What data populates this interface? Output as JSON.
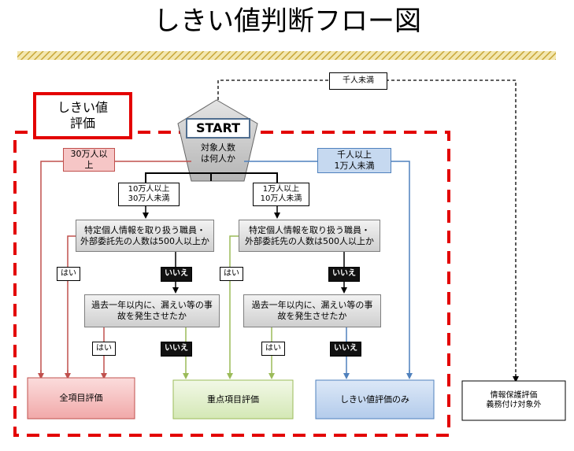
{
  "title": "しきい値判断フロー図",
  "legend_label": "しきい値\n評価",
  "start": {
    "label": "START",
    "question": "対象人数\nは何人か"
  },
  "branches": {
    "over300k": "30万人以\n上",
    "b100k_300k": "10万人以上\n30万人未満",
    "b10k_100k": "1万人以上\n10万人未満",
    "b1k_10k": "千人以上\n1万人未満",
    "under1k": "千人未満"
  },
  "questions": {
    "staff_left": "特定個人情報を取り扱う職員・\n外部委託先の人数は500人以上か",
    "staff_right": "特定個人情報を取り扱う職員・\n外部委託先の人数は500人以上か",
    "leak_left": "過去一年以内に、漏えい等の事\n故を発生させたか",
    "leak_right": "過去一年以内に、漏えい等の事\n故を発生させたか"
  },
  "answers": {
    "yes": "はい",
    "no": "いいえ"
  },
  "results": {
    "full": "全項目評価",
    "focus": "重点項目評価",
    "threshold_only": "しきい値評価のみ",
    "exempt": "情報保護評価\n義務付け対象外"
  },
  "colors": {
    "red": "#e30000",
    "pink_fill": "#f6c6c6",
    "pink_stroke": "#c0504d",
    "green_fill": "#e2efcf",
    "green_stroke": "#9bbb59",
    "blue_fill": "#c6d9f0",
    "blue_stroke": "#4f81bd",
    "stripe": "#d6b84a"
  }
}
